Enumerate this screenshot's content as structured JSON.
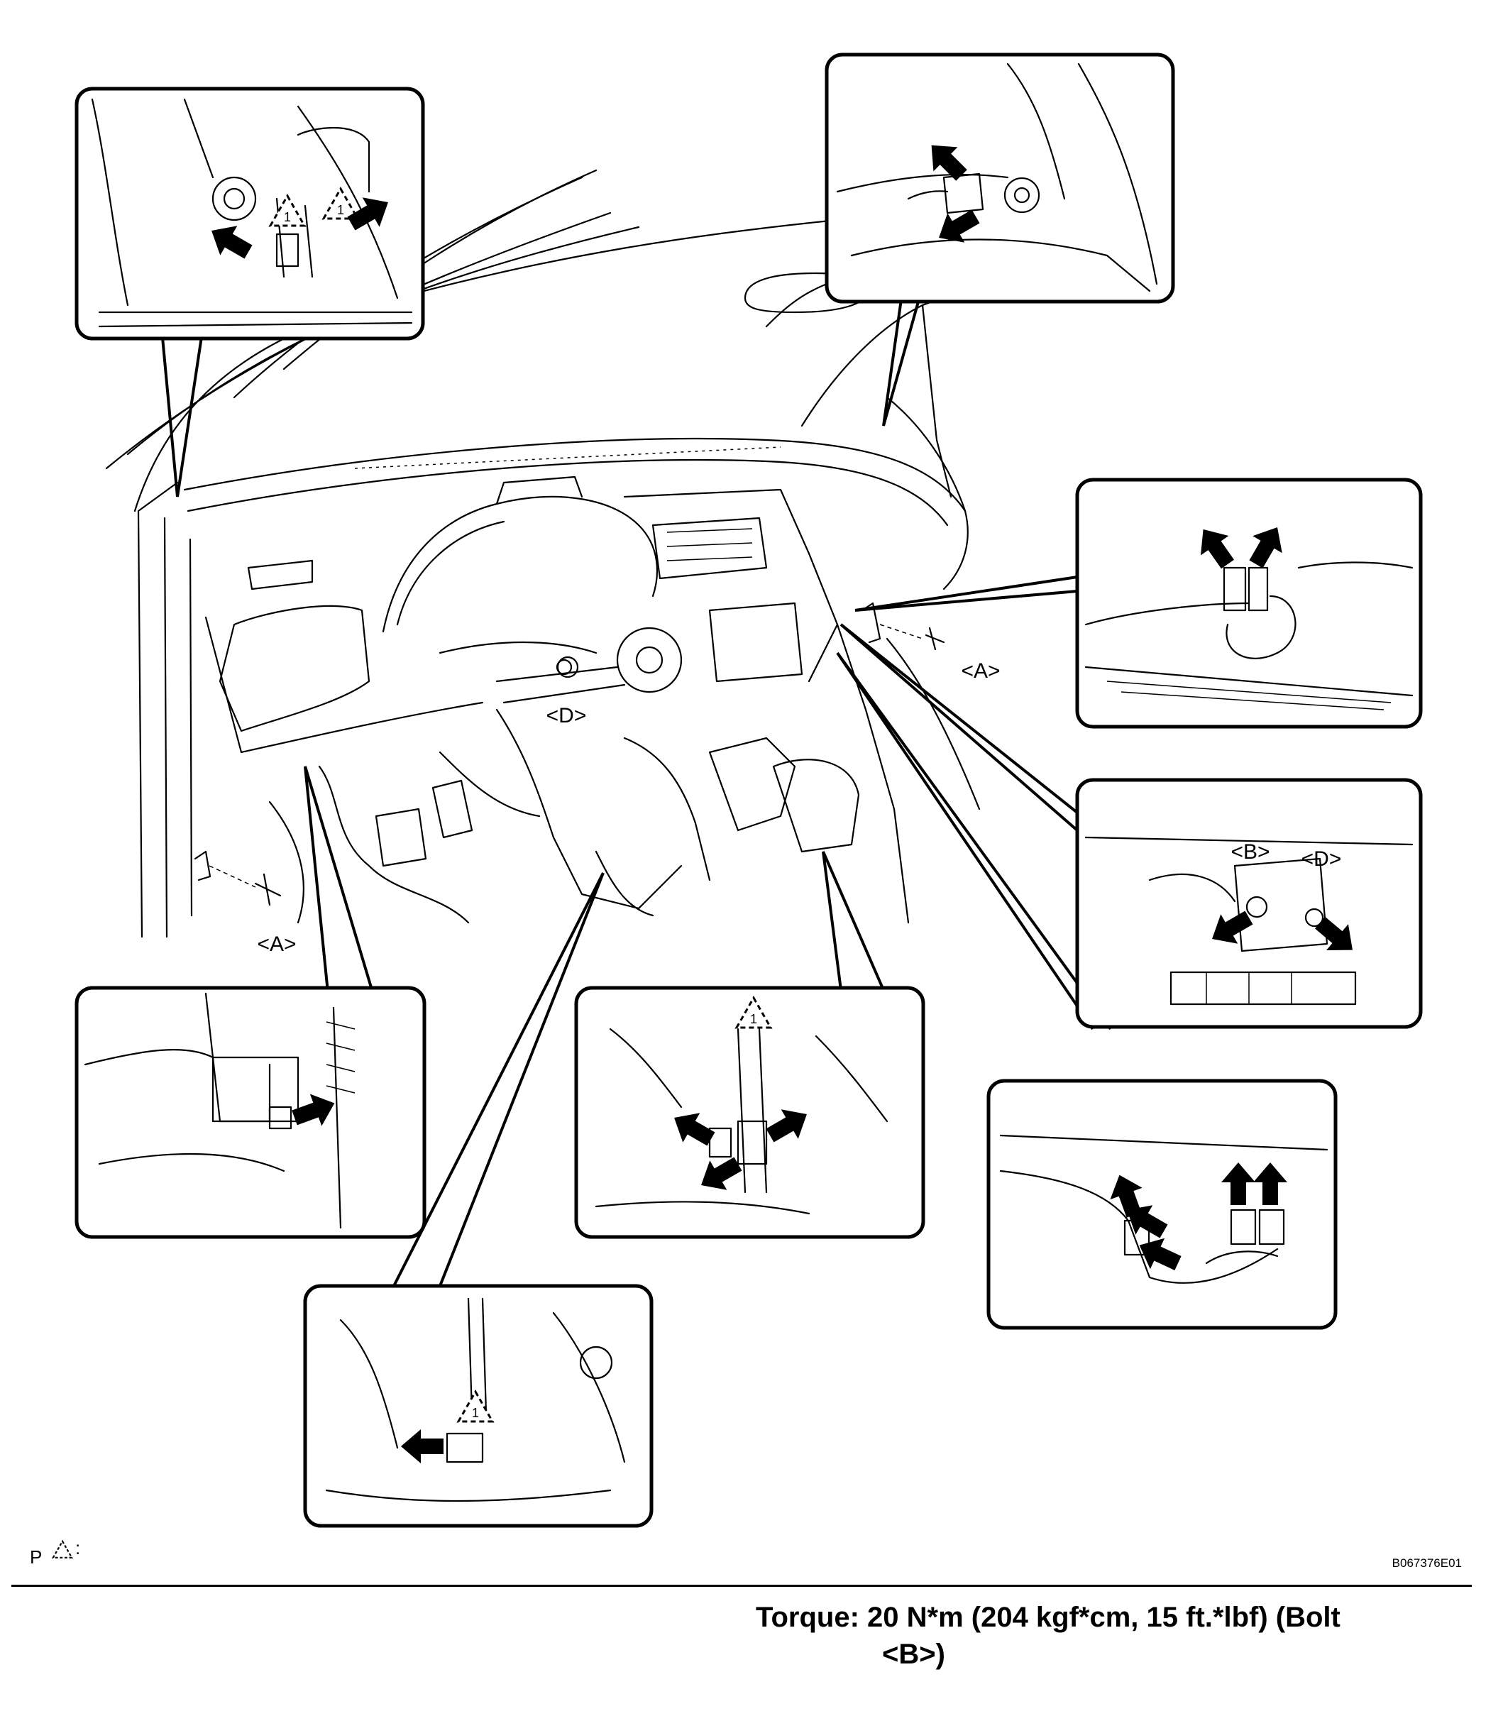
{
  "labels": {
    "bolt_a_left": "<A>",
    "bolt_a_right": "<A>",
    "bolt_b": "<B>",
    "bolt_d_main": "<D>",
    "bolt_d_inset": "<D>"
  },
  "legend": {
    "prefix": "P",
    "suffix": ":"
  },
  "figure_code": "B067376E01",
  "torque": {
    "line1": "Torque: 20 N*m (204 kgf*cm, 15 ft.*lbf) (Bolt",
    "line2": "<B>)"
  },
  "icons": {
    "arrow": "black-arrow-icon",
    "clip": "dashed-triangle-clip-icon"
  }
}
